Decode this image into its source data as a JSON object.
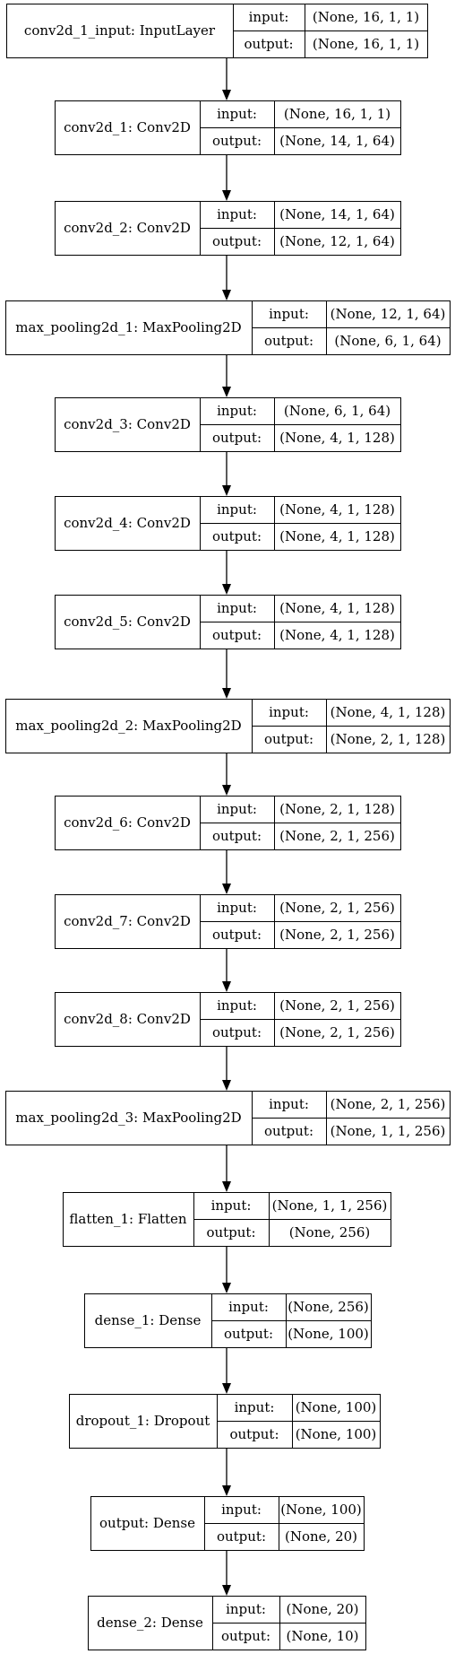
{
  "diagram": {
    "type": "keras-model-plot",
    "port_labels": {
      "input": "input:",
      "output": "output:"
    },
    "layers": [
      {
        "name": "conv2d_1_input: InputLayer",
        "input": "(None, 16, 1, 1)",
        "output": "(None, 16, 1, 1)"
      },
      {
        "name": "conv2d_1: Conv2D",
        "input": "(None, 16, 1, 1)",
        "output": "(None, 14, 1, 64)"
      },
      {
        "name": "conv2d_2: Conv2D",
        "input": "(None, 14, 1, 64)",
        "output": "(None, 12, 1, 64)"
      },
      {
        "name": "max_pooling2d_1: MaxPooling2D",
        "input": "(None, 12, 1, 64)",
        "output": "(None, 6, 1, 64)"
      },
      {
        "name": "conv2d_3: Conv2D",
        "input": "(None, 6, 1, 64)",
        "output": "(None, 4, 1, 128)"
      },
      {
        "name": "conv2d_4: Conv2D",
        "input": "(None, 4, 1, 128)",
        "output": "(None, 4, 1, 128)"
      },
      {
        "name": "conv2d_5: Conv2D",
        "input": "(None, 4, 1, 128)",
        "output": "(None, 4, 1, 128)"
      },
      {
        "name": "max_pooling2d_2: MaxPooling2D",
        "input": "(None, 4, 1, 128)",
        "output": "(None, 2, 1, 128)"
      },
      {
        "name": "conv2d_6: Conv2D",
        "input": "(None, 2, 1, 128)",
        "output": "(None, 2, 1, 256)"
      },
      {
        "name": "conv2d_7: Conv2D",
        "input": "(None, 2, 1, 256)",
        "output": "(None, 2, 1, 256)"
      },
      {
        "name": "conv2d_8: Conv2D",
        "input": "(None, 2, 1, 256)",
        "output": "(None, 2, 1, 256)"
      },
      {
        "name": "max_pooling2d_3: MaxPooling2D",
        "input": "(None, 2, 1, 256)",
        "output": "(None, 1, 1, 256)"
      },
      {
        "name": "flatten_1: Flatten",
        "input": "(None, 1, 1, 256)",
        "output": "(None, 256)"
      },
      {
        "name": "dense_1: Dense",
        "input": "(None, 256)",
        "output": "(None, 100)"
      },
      {
        "name": "dropout_1: Dropout",
        "input": "(None, 100)",
        "output": "(None, 100)"
      },
      {
        "name": "output: Dense",
        "input": "(None, 100)",
        "output": "(None, 20)"
      },
      {
        "name": "dense_2: Dense",
        "input": "(None, 20)",
        "output": "(None, 10)"
      }
    ],
    "colors": {
      "stroke": "#000000",
      "text": "#000000",
      "background": "#ffffff"
    }
  }
}
